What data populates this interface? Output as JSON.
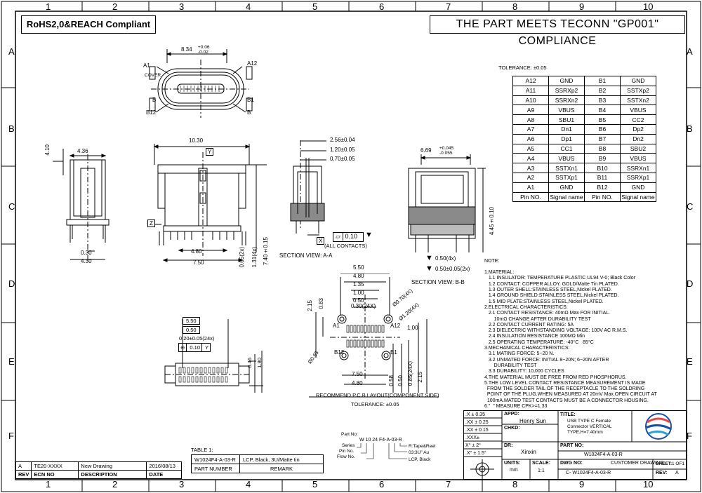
{
  "frame": {
    "columns": [
      "1",
      "2",
      "3",
      "4",
      "5",
      "6",
      "7",
      "8",
      "9",
      "10"
    ],
    "rows": [
      "A",
      "B",
      "C",
      "D",
      "E",
      "F"
    ]
  },
  "header": {
    "compliance_badge": "RoHS2,0&REACH Compliant",
    "teconn_statement": "THE PART MEETS TECONN \"GP001\" COMPLIANCE"
  },
  "top_view": {
    "width_dim": "8.34",
    "width_tol_plus": "+0.06",
    "width_tol_minus": "-0.02",
    "label_a1": "A1",
    "label_a12": "A12",
    "label_cover": "COVER",
    "label_b": "B",
    "label_b1": "B1",
    "label_b12": "B12",
    "label_b_right": "B"
  },
  "side_view": {
    "dim_410": "4.10",
    "dim_436": "4.36",
    "dim_030": "0.30",
    "dim_430": "4.30"
  },
  "front_view": {
    "dim_1030": "10.30",
    "dim_480": "4.80",
    "dim_750": "7.50",
    "dim_065": "0.65(2x)",
    "dim_131": "1.31(4x)",
    "dim_740": "7.40±0.15",
    "datum_y": "Y",
    "datum_z": "Z"
  },
  "section_aa": {
    "dim_256": "2.56±0.04",
    "dim_120": "1.20±0.05",
    "dim_070": "0.70±0.05",
    "flatness": "0.10",
    "datum_x": "X",
    "all_contacts": "(ALL CONTACTS)",
    "title": "SECTION VIEW: A-A"
  },
  "section_bb": {
    "dim_669": "6.69",
    "dim_669_plus": "+0.045",
    "dim_669_minus": "-0.055",
    "dim_445": "4.45±0.10",
    "dim_050": "0.50(4x)",
    "dim_050b": "0.50±0.05(2x)",
    "title": "SECTION VIEW: B-B"
  },
  "pin_table": {
    "tolerance": "TOLERANCE: ±0.05",
    "rows": [
      [
        "A12",
        "GND",
        "B1",
        "GND"
      ],
      [
        "A11",
        "SSRXp2",
        "B2",
        "SSTXp2"
      ],
      [
        "A10",
        "SSRXn2",
        "B3",
        "SSTXn2"
      ],
      [
        "A9",
        "VBUS",
        "B4",
        "VBUS"
      ],
      [
        "A8",
        "SBU1",
        "B5",
        "CC2"
      ],
      [
        "A7",
        "Dn1",
        "B6",
        "Dp2"
      ],
      [
        "A6",
        "Dp1",
        "B7",
        "Dn2"
      ],
      [
        "A5",
        "CC1",
        "B8",
        "SBU2"
      ],
      [
        "A4",
        "VBUS",
        "B9",
        "VBUS"
      ],
      [
        "A3",
        "SSTXn1",
        "B10",
        "SSRXn1"
      ],
      [
        "A2",
        "SSTXp1",
        "B11",
        "SSRXp1"
      ],
      [
        "A1",
        "GND",
        "B12",
        "GND"
      ]
    ],
    "header": [
      "Pin NO.",
      "Signal name",
      "Pin NO.",
      "Signal name"
    ]
  },
  "pcb_layout": {
    "dim_550": "5.50",
    "dim_480": "4.80",
    "dim_135": "1.35",
    "dim_100": "1.00",
    "dim_050": "0.50",
    "dim_030": "0.30(24X)",
    "dim_215": "2.15",
    "dim_083": "0.83",
    "dim_070": "Ø0.70(4X)",
    "dim_120": "Ø1.20(4X)",
    "dim_100r": "1.00",
    "dim_065": "Ø0.65",
    "dim_750": "7.50",
    "dim_480b": "4.80",
    "dim_058": "0.58",
    "dim_050v": "0.50",
    "dim_085": "0.85(24X)",
    "dim_215v": "2.15",
    "label_a1": "A1",
    "label_a12": "A12",
    "label_b12": "B12",
    "label_b1": "B1",
    "title": "RECOMMEND P.C.B LAYOUT(COMPONENT SIDE)",
    "tolerance": "TOLERANCE: ±0.05"
  },
  "bottom_view": {
    "dim_550": "5.50",
    "dim_050": "0.50",
    "dim_020": "0.20±0.05(24x)",
    "position_tol": "0.10",
    "datum_y": "Y",
    "dim_046": "0.46",
    "dim_180": "1.80"
  },
  "notes": {
    "heading": "NOTE:",
    "lines": [
      "1.MATERIAL:",
      "   1.1 INSULATOR: TEMPERATURE PLASTIC UL94 V-0; Black Color",
      "   1.2 CONTACT: COPPER ALLOY. GOLD/Matte Tin PLATED.",
      "   1.3 OUTER SHELL:STAINLESS STEEL,Nickel PLATED.",
      "   1.4 GROUND SHIELD:STAINLESS STEEL,Nickel PLATED.",
      "   1.5 MID PLATE:STAINLESS STEEL,Nickel PLATED.",
      "2.ELECTRICAL CHARACTERISTICS:",
      "   2.1 CONTACT RESISTANCE: 40mΩ Max FOR INITIAL.",
      "       10mΩ CHANGE AFTER DURABILITY TEST",
      "   2.2 CONTACT CURRENT RATING: 5A",
      "   2.3 DIELECTRIC WITHSTANDING VOLTAGE: 100V AC R.M.S.",
      "   2.4 INSULATION RESISTANCE 100MΩ Min",
      "   2.5 OPERATING TEMPERATURE: -40°C   85°C",
      "3.MECHANICAL CHARACTERISTICS:",
      "   3.1 MATING FORCE: 5~20 N.",
      "   3.2 UNMATED FORCE: INITIAL 8~20N; 6~20N AFTER",
      "       DURABILITY TEST",
      "   3.3 DURABILITY: 10,000 CYCLES",
      "4.THE MATERIAL MUST BE FREE FROM RED PHOSPHORUS.",
      "5.THE LOW LEVEL CONTACT RESISTANCE MEASUREMENT IS MADE",
      "  FROM THE SOLDER TAIL OF THE RECEPTACLE TO THE SOLDRING",
      "  POINT OF THE PLUG.WHEN MEASURED AT 20mV Max.OPEN CIRCUIT AT",
      "  100mA.MATED TEST CONTACTS MUST BE A CONNECTOR HOUSING.",
      "6.\"  \" MEASURE CPK>=1.33"
    ]
  },
  "part_no": {
    "title": "Part No:",
    "code": "W 10 24 F4-A-03-R",
    "series": "Series",
    "pin_no": "Pin No.",
    "flow_no": "Flow No.",
    "r_note": "R:Tape&Reel",
    "au_note": "03:3U\" Au",
    "lcp_note": "LCP, Black"
  },
  "table1": {
    "caption": "TABLE 1:",
    "code": "W1024F4-A-03-R",
    "desc": "LCP, Black, 3U/Matte tin",
    "part_number": "PART NUMBER",
    "remark": "REMARK"
  },
  "revision": {
    "rows": [
      [
        "A",
        "TE20-XXXX",
        "New Drawing",
        "2016/08/13"
      ]
    ],
    "header": [
      "REV",
      "ECN NO",
      "DESCRIPTION",
      "DATE"
    ]
  },
  "title_block": {
    "tol1": ".X   ± 0.35",
    "tol2": ".XX  ± 0.25",
    "tol3": ".XX  ± 0.15",
    "tol4": ".XXX±",
    "tol5": "X°  ± 2°",
    "tol6": ".X° ± 1.5°",
    "appd_label": "APPD:",
    "appd": "Henry Sun",
    "chkd_label": "CHKD:",
    "dr_label": "DR:",
    "dr": "Xinxin",
    "units_label": "UNITS:",
    "units": "mm",
    "scale_label": "SCALE:",
    "scale": "1:1",
    "title_label": "TITLE:",
    "title_l1": "USB TYPE C Female",
    "title_l2": "Connector  VERTICAL",
    "title_l3": "TYPE,H=7.40mm",
    "part_label": "PART NO:",
    "part": "W1024F4-A-03-R",
    "dwg_label": "DWG NO:",
    "customer_drawing": "CUSTOMER DRAWING",
    "dwg": "C- W1024F4-A-03-R",
    "sheet_label": "SHEET:",
    "sheet": "1 OF1",
    "rev_label": "REV:",
    "rev": "A"
  }
}
